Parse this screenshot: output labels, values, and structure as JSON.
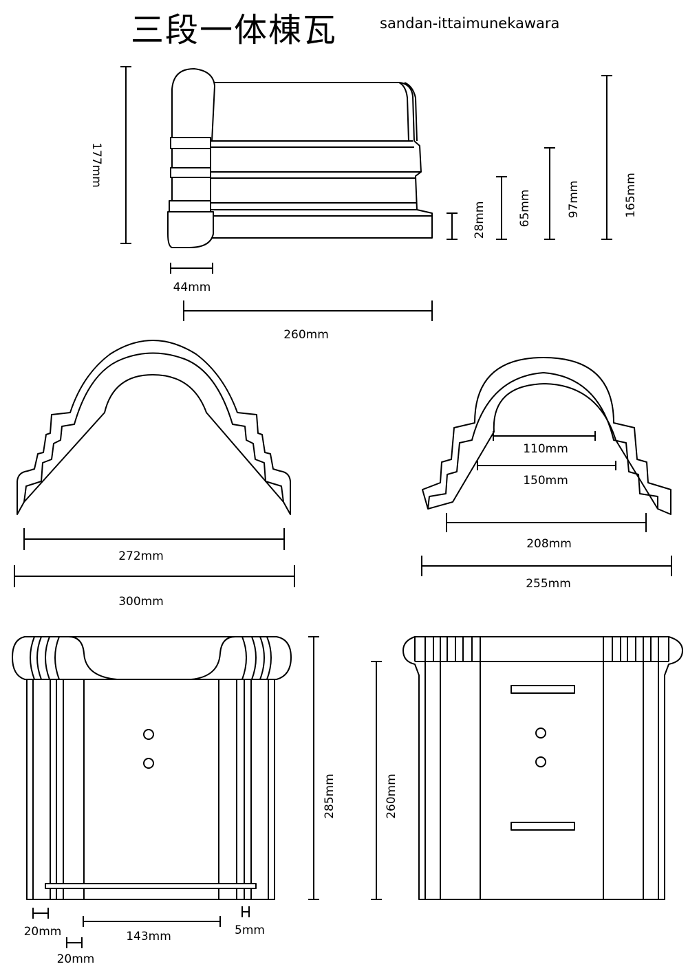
{
  "title": "三段一体棟瓦",
  "subtitle": "sandan-ittaimunekawara",
  "side_view": {
    "height": "177mm",
    "step_28": "28mm",
    "step_65": "65mm",
    "step_97": "97mm",
    "step_165": "165mm",
    "front_width": "44mm",
    "length": "260mm"
  },
  "front_profile": {
    "inner_width": "272mm",
    "outer_width": "300mm"
  },
  "rear_profile": {
    "inner_top": "110mm",
    "inner_mid": "150mm",
    "inner_base": "208mm",
    "outer_width": "255mm"
  },
  "top_view": {
    "total": "285mm",
    "left_a": "20mm",
    "left_b": "20mm",
    "center": "143mm",
    "right": "5mm"
  },
  "bottom_view": {
    "total": "260mm"
  }
}
